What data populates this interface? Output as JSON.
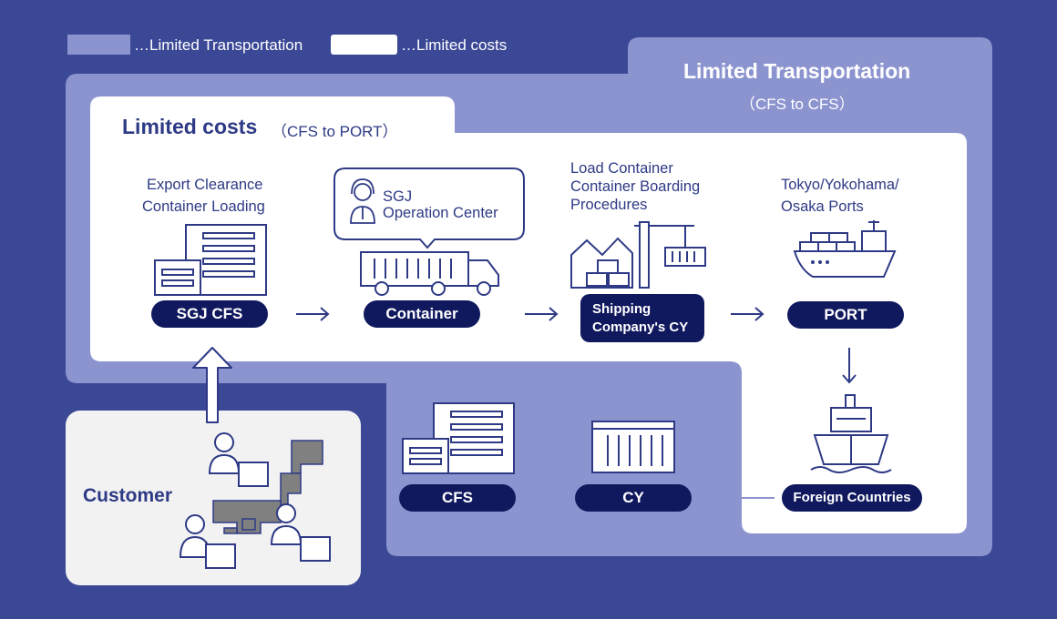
{
  "legend": {
    "transport_label": "…Limited Transportation",
    "costs_label": "…Limited costs",
    "colors": {
      "transport": "#8c94d0",
      "costs": "#ffffff",
      "background": "#3b4896",
      "pill": "#10185e"
    }
  },
  "regions": {
    "transport_title": "Limited Transportation",
    "transport_subtitle": "（CFS to CFS）",
    "costs_title": "Limited costs",
    "costs_subtitle": "（CFS to PORT）"
  },
  "nodes": {
    "sgj_cfs": {
      "label": "SGJ CFS",
      "caption_line1": "Export Clearance",
      "caption_line2": "Container Loading"
    },
    "container": {
      "label": "Container",
      "bubble_line1": "SGJ",
      "bubble_line2": "Operation Center"
    },
    "shipping_cy": {
      "label_line1": "Shipping",
      "label_line2": "Company's CY",
      "caption_line1": "Load Container",
      "caption_line2": "Container Boarding",
      "caption_line3": "Procedures"
    },
    "port": {
      "label": "PORT",
      "caption_line1": "Tokyo/Yokohama/",
      "caption_line2": "Osaka Ports"
    },
    "foreign": {
      "label": "Foreign Countries"
    },
    "cy": {
      "label": "CY"
    },
    "cfs": {
      "label": "CFS"
    },
    "customer": {
      "label": "Customer"
    }
  },
  "icons": [
    "building-icon",
    "truck-icon",
    "operator-icon",
    "warehouse-crane-icon",
    "cargo-ship-icon",
    "ship-front-icon",
    "shipping-container-icon",
    "customers-japan-icon",
    "arrow-right-icon",
    "arrow-left-icon",
    "arrow-down-icon",
    "arrow-up-icon"
  ]
}
